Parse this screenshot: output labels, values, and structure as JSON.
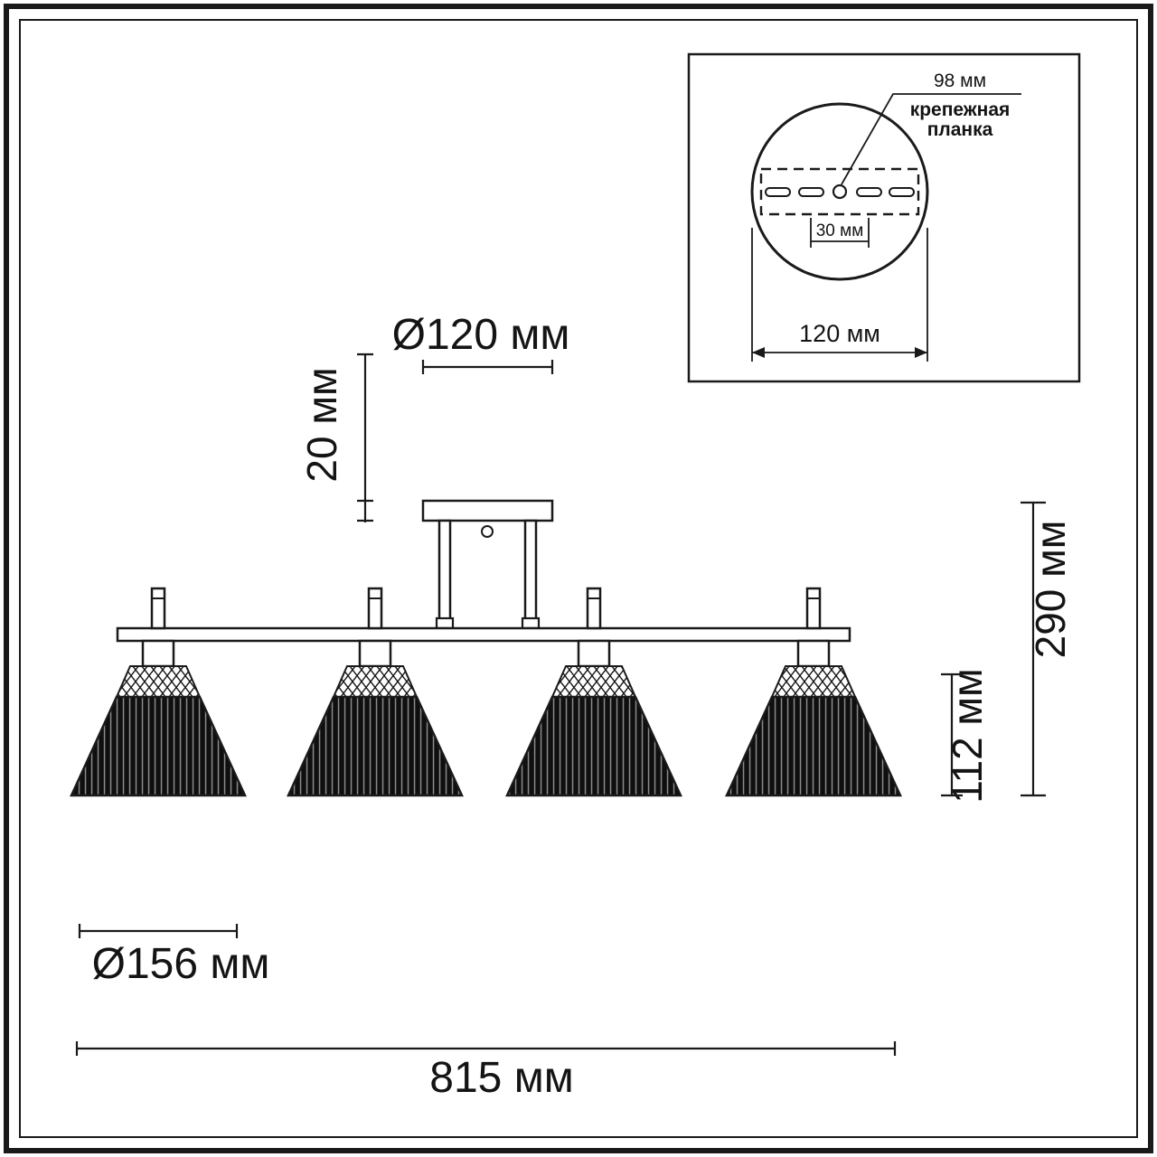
{
  "drawing": {
    "type": "technical-dimension-drawing",
    "subject": "four-shade ceiling light fixture",
    "colors": {
      "line": "#1a1a1a",
      "shade_fill": "#0f0f0f",
      "background": "#ffffff"
    },
    "main": {
      "canopy_diameter": "Ø120 мм",
      "canopy_height": "20 мм",
      "total_height": "290 мм",
      "shade_height": "112 мм",
      "shade_diameter": "Ø156 мм",
      "overall_width": "815 мм"
    },
    "inset": {
      "strap_width": "98 мм",
      "strap_label_line1": "крепежная",
      "strap_label_line2": "планка",
      "hole_spacing": "30 мм",
      "base_diameter": "120 мм"
    }
  }
}
